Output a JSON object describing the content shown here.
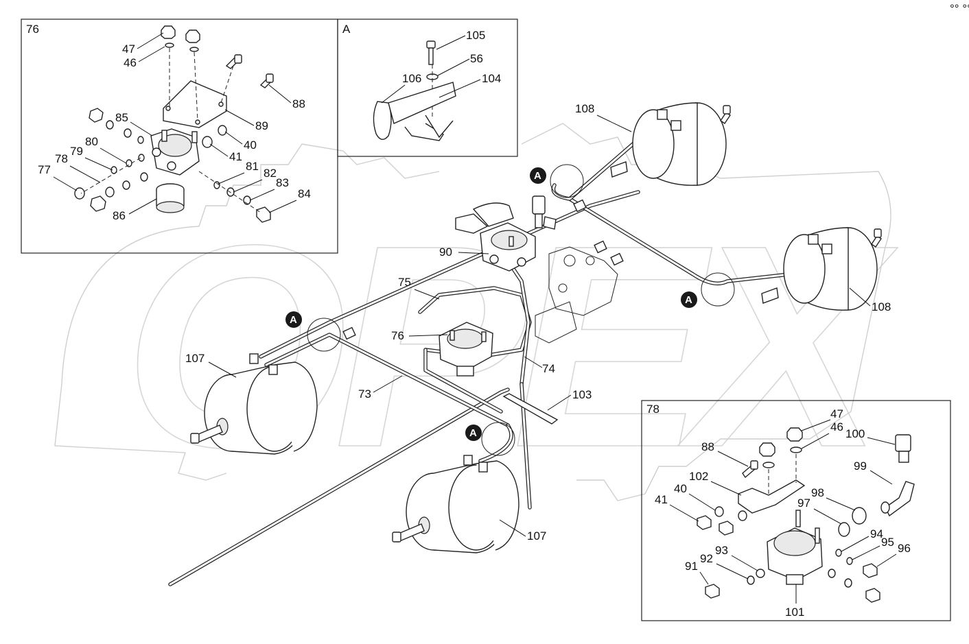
{
  "diagram": {
    "corner_mark": "°° °°°",
    "watermark": "OPEX",
    "detail_boxes": {
      "box76": {
        "title": "76"
      },
      "boxA": {
        "title": "A"
      },
      "box78": {
        "title": "78"
      }
    },
    "section_marker": "A",
    "labels": {
      "p47a": "47",
      "p46a": "46",
      "p88a": "88",
      "p89": "89",
      "p85": "85",
      "p40a": "40",
      "p41a": "41",
      "p80": "80",
      "p79": "79",
      "p78a": "78",
      "p77": "77",
      "p81": "81",
      "p82": "82",
      "p83": "83",
      "p84": "84",
      "p86": "86",
      "p105": "105",
      "p56": "56",
      "p106": "106",
      "p104": "104",
      "p108a": "108",
      "p108b": "108",
      "p90": "90",
      "p75": "75",
      "p76": "76",
      "p74": "74",
      "p73": "73",
      "p107a": "107",
      "p107b": "107",
      "p103": "103",
      "p47b": "47",
      "p46b": "46",
      "p100": "100",
      "p88b": "88",
      "p99": "99",
      "p102": "102",
      "p40b": "40",
      "p41b": "41",
      "p98": "98",
      "p97": "97",
      "p94": "94",
      "p95": "95",
      "p96": "96",
      "p93": "93",
      "p92": "92",
      "p91": "91",
      "p101": "101"
    }
  }
}
